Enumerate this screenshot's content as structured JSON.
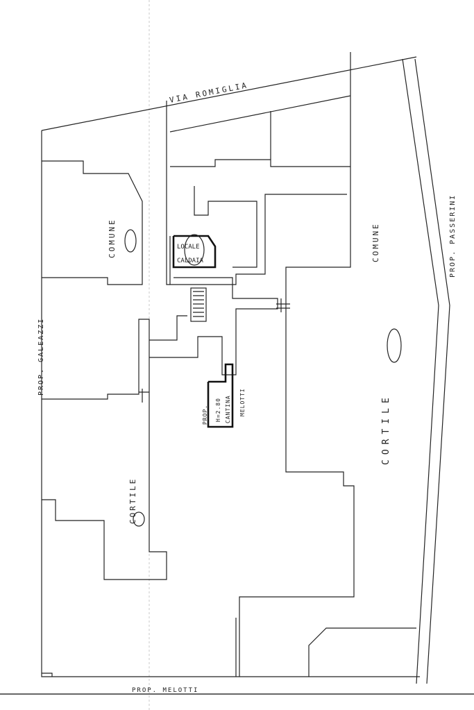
{
  "plan": {
    "street": "VIA ROMIGLIA",
    "comune_left": "COMUNE",
    "comune_right": "COMUNE",
    "locale_line1": "LOCALE",
    "locale_line2": "CALDAIA",
    "prop_left": "PROP. GALEAZZI",
    "prop_bottom": "PROP. MELOTTI",
    "prop_right": "PROP. PASSERINI",
    "cortile_left": "CORTILE",
    "cortile_right": "CORTILE",
    "cantina_prop": "PROP.",
    "cantina_height": "H=2.80",
    "cantina_label": "CANTINA",
    "cantina_owner": "MELOTTI"
  }
}
